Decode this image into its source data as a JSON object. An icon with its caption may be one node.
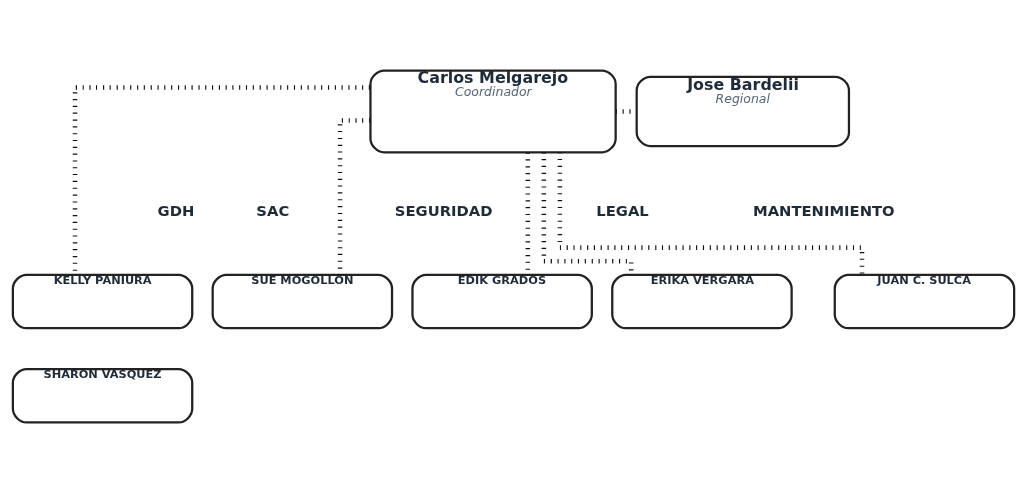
{
  "diagram": {
    "nodes": [
      {
        "text": [
          "Carlos Melgarejo",
          "Coordinador"
        ]
      },
      {
        "text": [
          "Jose Bardelii",
          "Regional"
        ]
      },
      {
        "text": [
          "KELLY PANIURA"
        ]
      },
      {
        "text": [
          "SUE MOGOLLON"
        ]
      },
      {
        "text": [
          "EDIK GRADOS"
        ]
      },
      {
        "text": [
          "ERIKA VERGARA"
        ]
      },
      {
        "text": [
          "JUAN C. SULCA"
        ]
      },
      {
        "text": [
          "SHARON VASQUEZ"
        ]
      }
    ],
    "edges": [
      {
        "from": 0,
        "to": 1,
        "arrow": "none"
      },
      {
        "from": 0,
        "to": 2,
        "arrow": "none"
      },
      {
        "from": 0,
        "to": 3,
        "arrow": "none"
      },
      {
        "from": 0,
        "to": 4,
        "arrow": "none"
      },
      {
        "from": 0,
        "to": 5,
        "arrow": "none"
      },
      {
        "from": 0,
        "to": 6,
        "arrow": "none"
      }
    ],
    "labels": [
      "GDH",
      "SAC",
      "SEGURIDAD",
      "LEGAL",
      "MANTENIMIENTO"
    ]
  }
}
